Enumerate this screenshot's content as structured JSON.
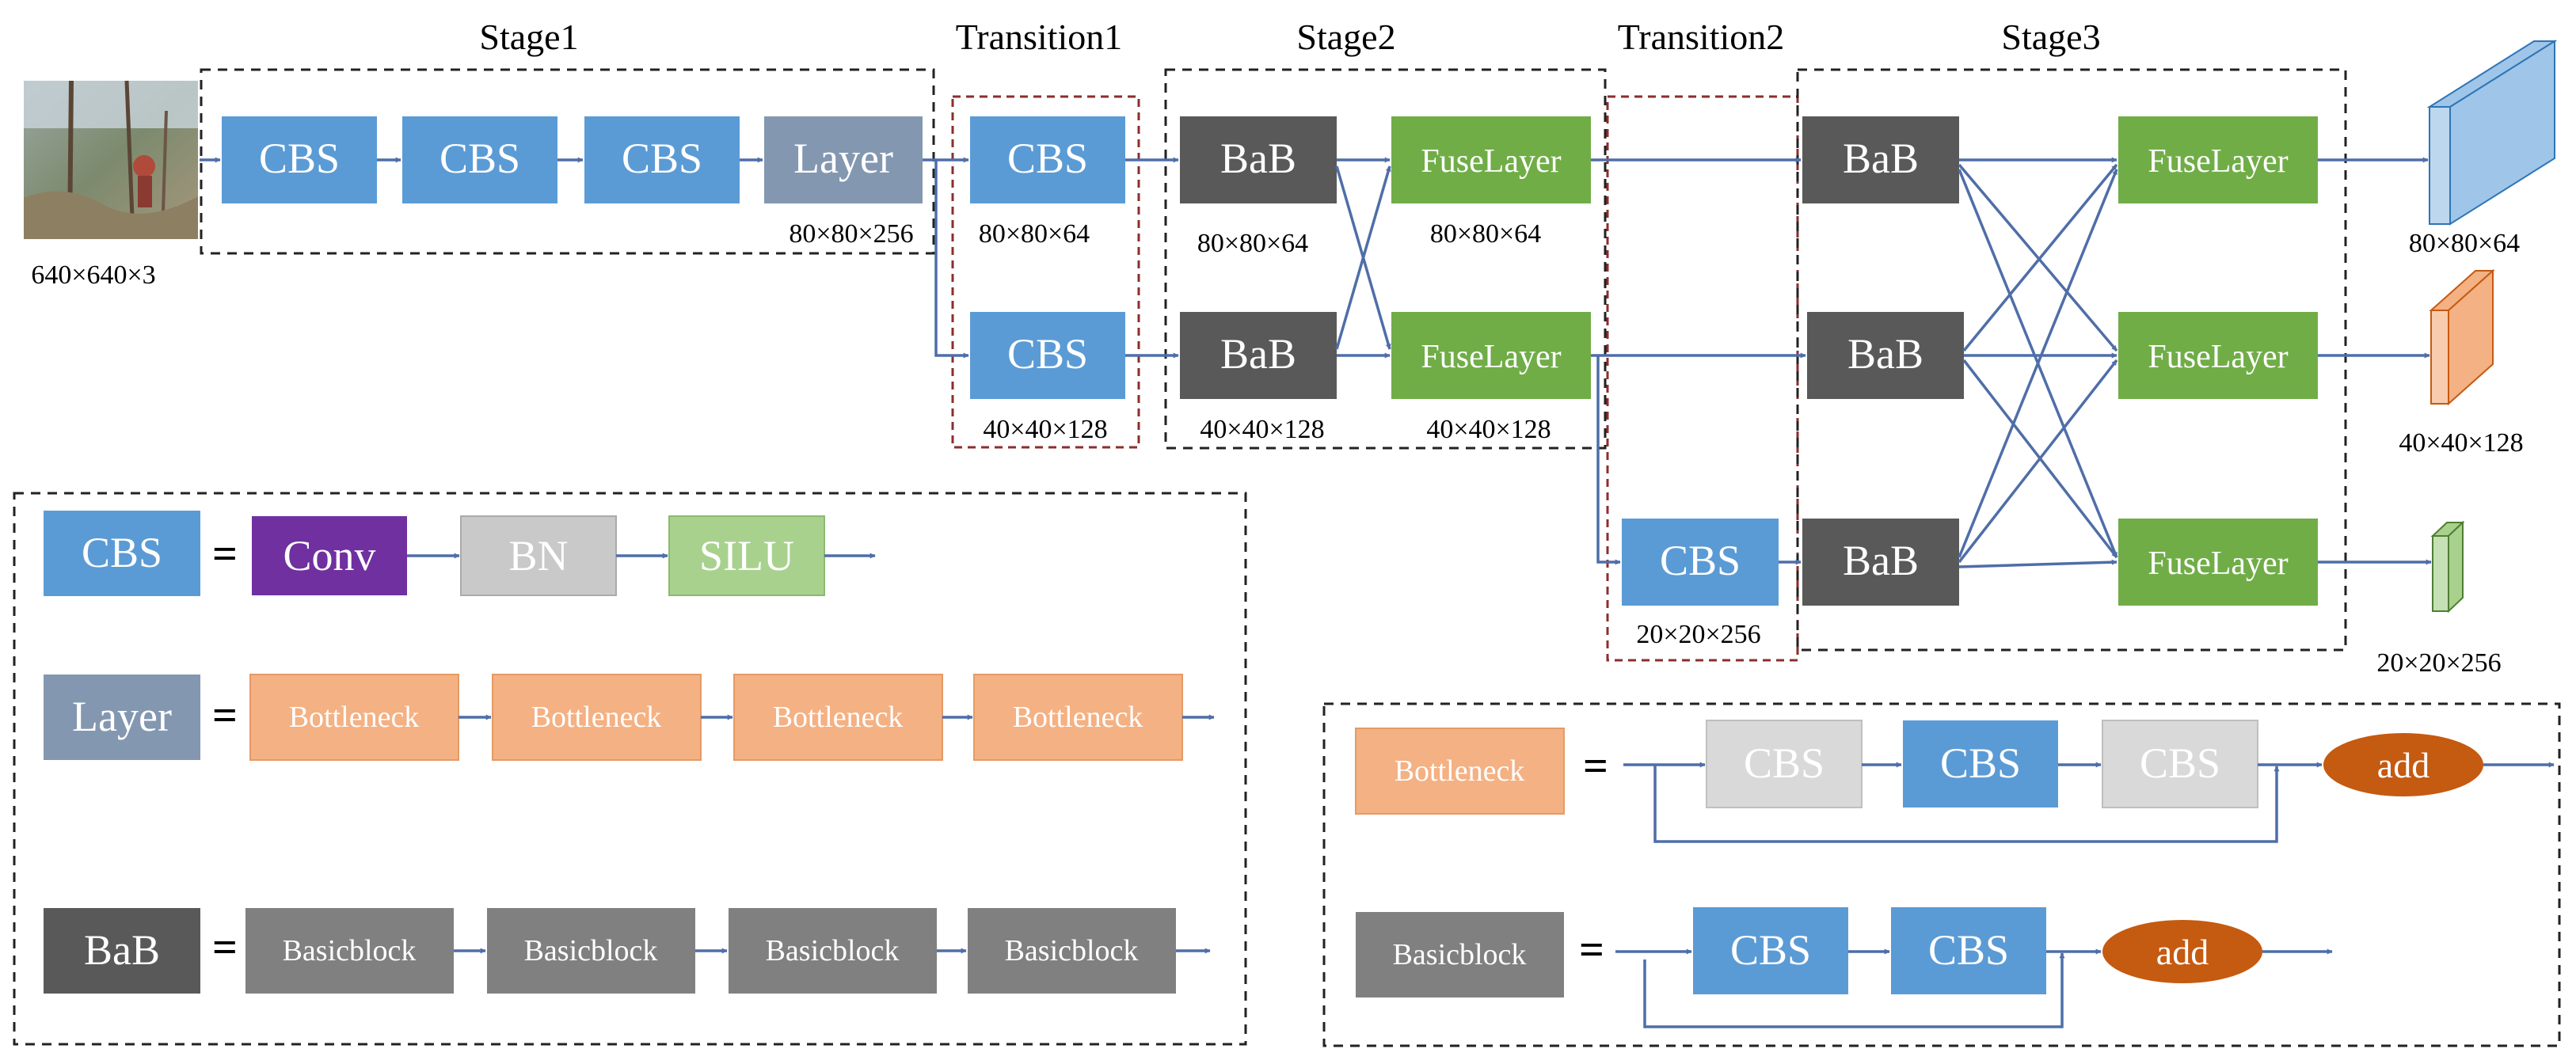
{
  "colors": {
    "cbs": "#5b9bd5",
    "cbs_faded": "#d9d9d9",
    "layer": "#8497b0",
    "bab": "#595959",
    "fuse": "#70ad47",
    "conv": "#7030a0",
    "bn": "#c9c9c9",
    "silu": "#a9d18e",
    "bottleneck": "#f4b183",
    "basicblock": "#808080",
    "add": "#c55a11",
    "arrow": "#4f6ea8",
    "dash_black": "#222222",
    "dash_red": "#8b2e2e",
    "out_blue": "#bdd7ee",
    "out_orange": "#f8cbad",
    "out_green": "#c5e0b4"
  },
  "labels": {
    "stage1": "Stage1",
    "transition1": "Transition1",
    "stage2": "Stage2",
    "transition2": "Transition2",
    "stage3": "Stage3"
  },
  "blocks": {
    "cbs": "CBS",
    "layer": "Layer",
    "bab": "BaB",
    "fuse": "FuseLayer",
    "conv": "Conv",
    "bn": "BN",
    "silu": "SILU",
    "bottleneck": "Bottleneck",
    "basicblock": "Basicblock",
    "add": "add",
    "equals": "="
  },
  "dims": {
    "input": "640×640×3",
    "layer_out": "80×80×256",
    "t1_top": "80×80×64",
    "t1_bottom": "40×40×128",
    "bab2_top": "80×80×64",
    "bab2_bottom": "40×40×128",
    "fuse2_top": "80×80×64",
    "fuse2_bottom": "40×40×128",
    "t2_cbs": "20×20×256",
    "out1": "80×80×64",
    "out2": "40×40×128",
    "out3": "20×20×256"
  }
}
